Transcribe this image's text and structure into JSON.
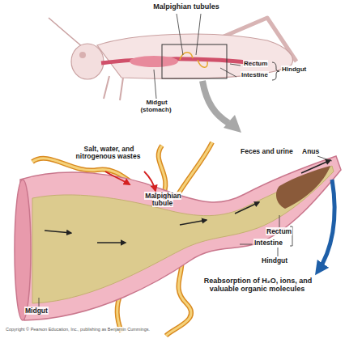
{
  "diagram": {
    "labels": [
      "Malpighian tubules",
      "Rectum",
      "Intestine",
      "Hindgut",
      "Midgut (stomach)",
      "Salt, water, and nitrogenous wastes",
      "Feces and urine",
      "Anus",
      "Malpighian tubule",
      "Rectum",
      "Intestine",
      "Hindgut",
      "Reabsorption of H₂O, ions, and valuable organic molecules",
      "Midgut",
      "Copyright © Pearson Education, Inc., publishing as Benjamin Cummings."
    ]
  }
}
